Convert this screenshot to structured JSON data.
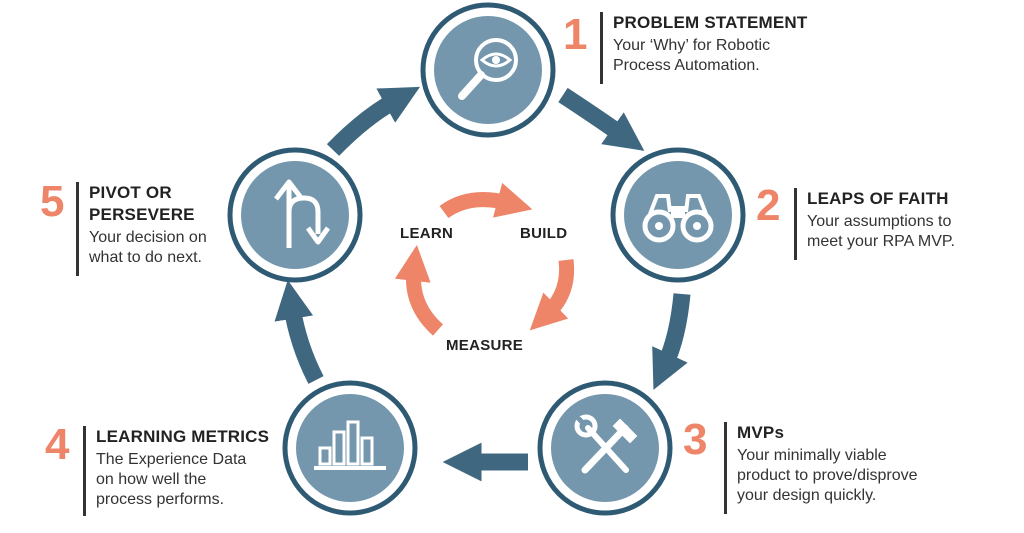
{
  "colors": {
    "dark_arrow": "#3f6880",
    "circle_fill": "#7497ad",
    "circle_ring": "#2f5a73",
    "accent": "#ee8468",
    "text": "#222222"
  },
  "steps": [
    {
      "number": "1",
      "title": "PROBLEM STATEMENT",
      "desc_lines": [
        "Your ‘Why’ for Robotic",
        "Process Automation."
      ],
      "icon": "magnifier-eye-icon"
    },
    {
      "number": "2",
      "title": "LEAPS OF FAITH",
      "desc_lines": [
        "Your assumptions to",
        "meet your RPA MVP."
      ],
      "icon": "binoculars-icon"
    },
    {
      "number": "3",
      "title": "MVPs",
      "desc_lines": [
        "Your minimally viable",
        "product to prove/disprove",
        "your design quickly."
      ],
      "icon": "hammer-wrench-icon"
    },
    {
      "number": "4",
      "title": "LEARNING METRICS",
      "desc_lines": [
        "The Experience Data",
        "on how well the",
        "process performs."
      ],
      "icon": "bar-chart-icon"
    },
    {
      "number": "5",
      "title_lines": [
        "PIVOT OR",
        "PERSEVERE"
      ],
      "desc_lines": [
        "Your decision on",
        "what to do next."
      ],
      "icon": "u-turn-arrow-icon"
    }
  ],
  "inner_cycle": {
    "learn": "LEARN",
    "build": "BUILD",
    "measure": "MEASURE"
  }
}
